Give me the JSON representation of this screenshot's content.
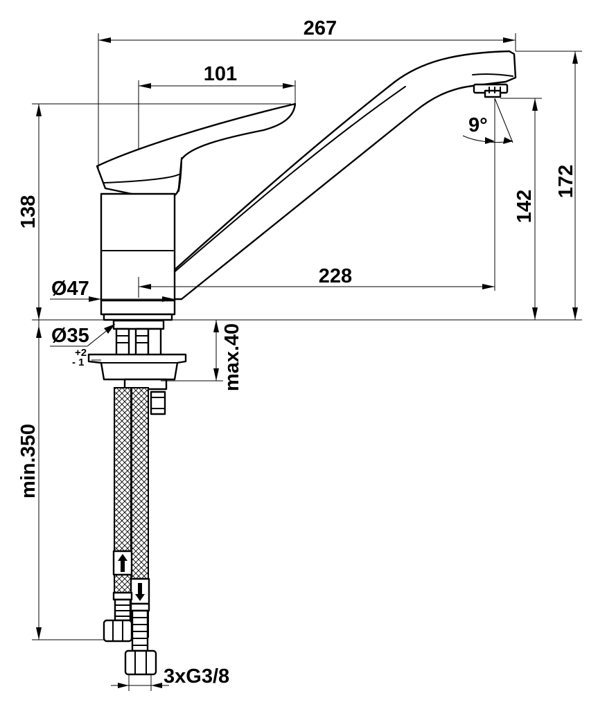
{
  "dimensions": {
    "overall_length": "267",
    "lever_length": "101",
    "base_height": "138",
    "total_height": "172",
    "outlet_height": "142",
    "spout_reach": "228",
    "base_diameter": "Ø47",
    "shank_diameter": "Ø35",
    "hole_tol_plus": "+2",
    "hole_tol_minus": "- 1",
    "max_thickness": "max.40",
    "hose_length": "min.350",
    "connections": "3xG3/8",
    "swivel_angle": "9°"
  }
}
